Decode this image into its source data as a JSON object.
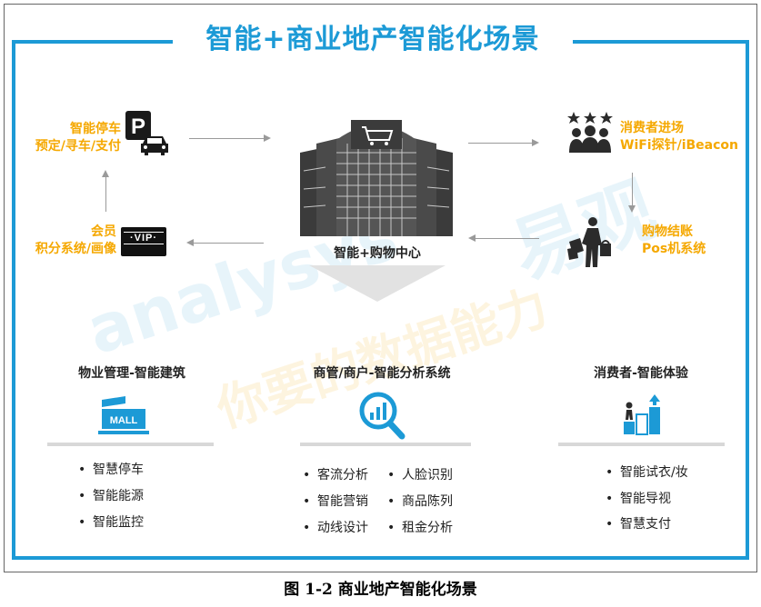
{
  "title": "智能+商业地产智能化场景",
  "caption": "图 1-2  商业地产智能化场景",
  "center": {
    "label": "智能+购物中心"
  },
  "parking": {
    "line1": "智能停车",
    "line2": "预定/寻车/支付",
    "icon_text": "P"
  },
  "member": {
    "line1": "会员",
    "line2": "积分系统/画像",
    "icon_text": "·VIP·"
  },
  "consumer_enter": {
    "line1": "消费者进场",
    "line2": "WiFi探针/iBeacon"
  },
  "checkout": {
    "line1": "购物结账",
    "line2": "Pos机系统"
  },
  "columns": [
    {
      "title": "物业管理-智能建筑",
      "icon_text": "MALL",
      "items": [
        "智慧停车",
        "智能能源",
        "智能监控"
      ]
    },
    {
      "title": "商管/商户-智能分析系统",
      "items_left": [
        "客流分析",
        "智能营销",
        "动线设计"
      ],
      "items_right": [
        "人脸识别",
        "商品陈列",
        "租金分析"
      ]
    },
    {
      "title": "消费者-智能体验",
      "items": [
        "智能试衣/妆",
        "智能导视",
        "智慧支付"
      ]
    }
  ],
  "watermark": {
    "brand": "易观",
    "latin": "analysys",
    "slogan": "你要的数据能力"
  },
  "colors": {
    "accent": "#1c9ad6",
    "highlight": "#f5a800",
    "text": "#222222"
  }
}
